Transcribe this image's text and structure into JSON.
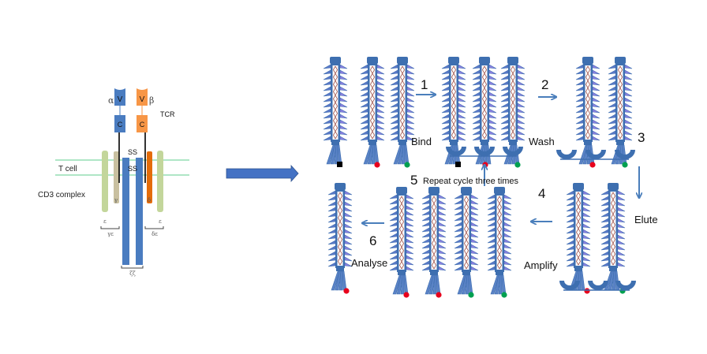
{
  "tcr_panel": {
    "alpha_label": "α",
    "beta_label": "β",
    "v_label_alpha": "V",
    "v_label_beta": "V",
    "c_label_alpha": "C",
    "c_label_beta": "C",
    "tcr_label": "TCR",
    "ss_upper": "SS",
    "ss_lower": "SS",
    "t_cell_label": "T cell",
    "cd3_label": "CD3 complex",
    "gamma_label": "γ",
    "delta_label": "δ",
    "epsilon_left_label": "ε",
    "epsilon_right_label": "ε",
    "gamma_epsilon_label": "γε",
    "delta_epsilon_label": "δε",
    "zeta_zeta_label": "ζζ",
    "colors": {
      "alpha": "#4a7cc0",
      "beta": "#f79646",
      "membrane": "#7fd6a4",
      "epsilon": "#c3d69b",
      "gamma": "#c9c0a0",
      "delta": "#e46c0a",
      "zeta": "#4a7cc0"
    }
  },
  "main_arrow": {
    "direction": "right",
    "color": "#4472c4"
  },
  "workflow": {
    "steps": [
      {
        "number": "1",
        "label": "Bind"
      },
      {
        "number": "2",
        "label": "Wash"
      },
      {
        "number": "3",
        "label": "Elute"
      },
      {
        "number": "4",
        "label": "Amplify"
      },
      {
        "number": "5",
        "label": "Repeat cycle three times"
      },
      {
        "number": "6",
        "label": "Analyse"
      }
    ],
    "marker_colors": {
      "black": "#000000",
      "red": "#e8001c",
      "green": "#00a050"
    },
    "phage_color": "#3e6fb0",
    "accent_arrow_color": "#4a7ebb"
  }
}
